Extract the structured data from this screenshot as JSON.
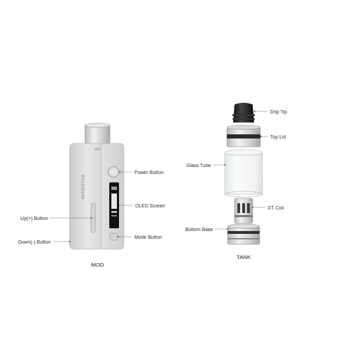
{
  "diagram": {
    "labels": [
      "VAPORESSO",
      "Power Button",
      "OLED Screen",
      "Up(+) Button",
      "Mode Button",
      "Down(-) Button",
      "MOD",
      "Drip Tip",
      "Top Lid",
      "Glass Tube",
      "GT Coil",
      "Bottom Base",
      "TANK"
    ]
  }
}
